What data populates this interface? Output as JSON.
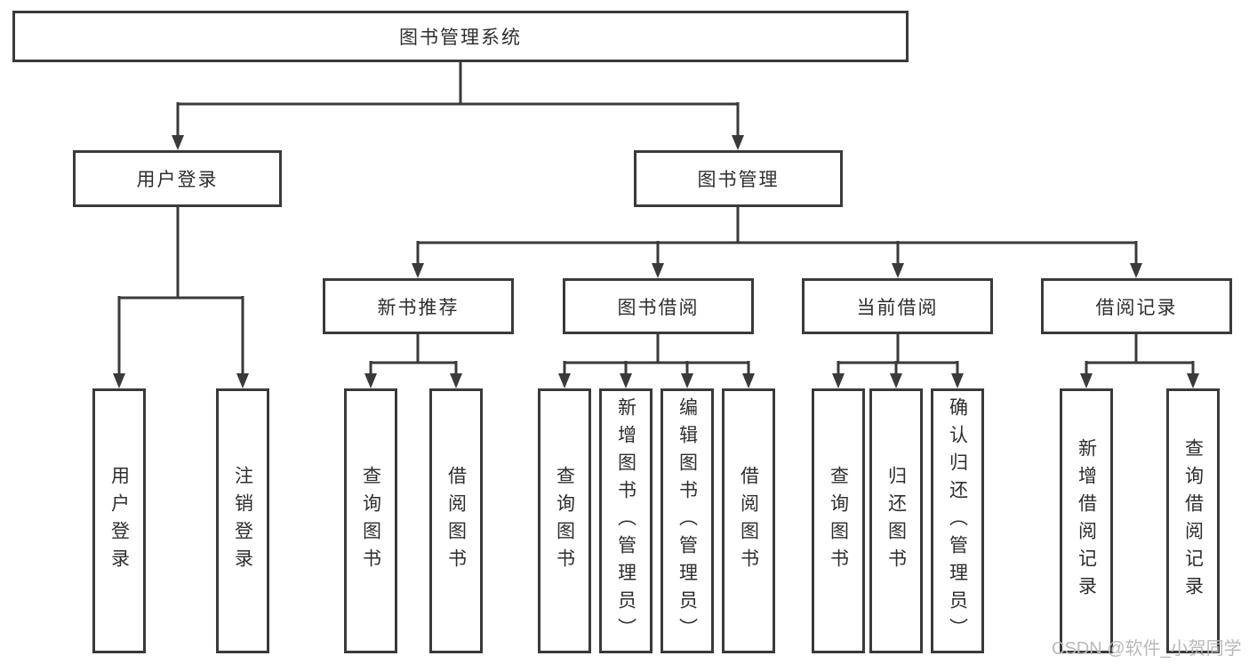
{
  "diagram": {
    "title": "图书管理系统",
    "level2": [
      {
        "label": "用户登录"
      },
      {
        "label": "图书管理"
      }
    ],
    "level3": [
      {
        "label": "新书推荐",
        "parent": "图书管理"
      },
      {
        "label": "图书借阅",
        "parent": "图书管理"
      },
      {
        "label": "当前借阅",
        "parent": "图书管理"
      },
      {
        "label": "借阅记录",
        "parent": "图书管理"
      }
    ],
    "leaves": [
      {
        "label": "用户登录",
        "parent": "用户登录"
      },
      {
        "label": "注销登录",
        "parent": "用户登录"
      },
      {
        "label": "查询图书",
        "parent": "新书推荐"
      },
      {
        "label": "借阅图书",
        "parent": "新书推荐"
      },
      {
        "label": "查询图书",
        "parent": "图书借阅"
      },
      {
        "label": "新增图书（管理员）",
        "parent": "图书借阅"
      },
      {
        "label": "编辑图书（管理员）",
        "parent": "图书借阅"
      },
      {
        "label": "借阅图书",
        "parent": "图书借阅"
      },
      {
        "label": "查询图书",
        "parent": "当前借阅"
      },
      {
        "label": "归还图书",
        "parent": "当前借阅"
      },
      {
        "label": "确认归还（管理员）",
        "parent": "当前借阅"
      },
      {
        "label": "新增借阅记录",
        "parent": "借阅记录"
      },
      {
        "label": "查询借阅记录",
        "parent": "借阅记录"
      }
    ],
    "watermark": "CSDN @软件_小贺同学",
    "colors": {
      "line": "#3a3a3a",
      "box_border": "#3a3a3a",
      "box_fill": "#ffffff",
      "text": "#2e2e2e",
      "watermark": "#b9b9b9",
      "background": "#ffffff"
    }
  }
}
